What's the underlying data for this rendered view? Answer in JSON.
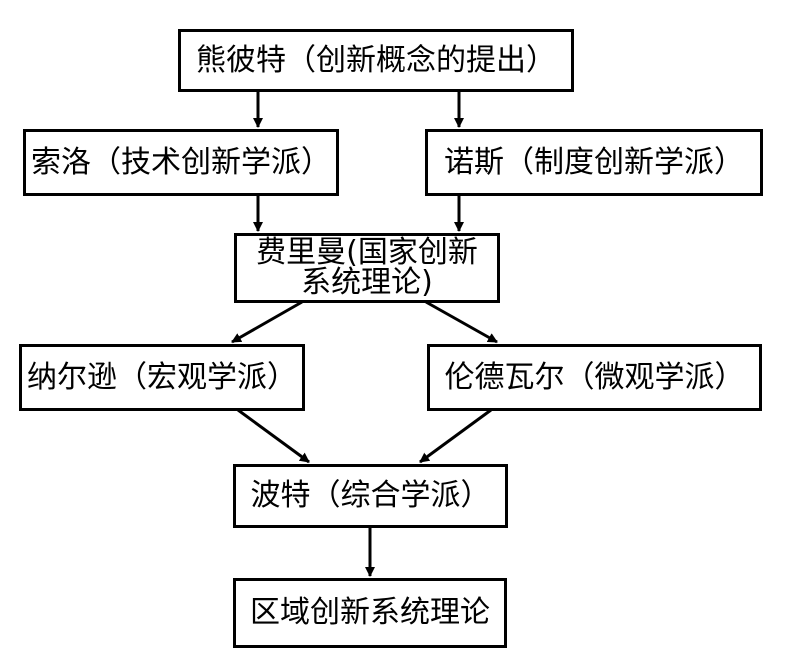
{
  "diagram": {
    "nodes": {
      "schumpeter": "熊彼特（创新概念的提出）",
      "solow": "索洛（技术创新学派）",
      "north": "诺斯（制度创新学派）",
      "freeman_line1": "费里曼(国家创新",
      "freeman_line2": "系统理论)",
      "nelson": "纳尔逊（宏观学派）",
      "lundvall": "伦德瓦尔（微观学派）",
      "porter": "波特（综合学派）",
      "regional": "区域创新系统理论"
    },
    "edges": [
      {
        "from": "schumpeter",
        "to": "solow"
      },
      {
        "from": "schumpeter",
        "to": "north"
      },
      {
        "from": "solow",
        "to": "freeman"
      },
      {
        "from": "north",
        "to": "freeman"
      },
      {
        "from": "freeman",
        "to": "nelson"
      },
      {
        "from": "freeman",
        "to": "lundvall"
      },
      {
        "from": "nelson",
        "to": "porter"
      },
      {
        "from": "lundvall",
        "to": "porter"
      },
      {
        "from": "porter",
        "to": "regional"
      }
    ]
  }
}
